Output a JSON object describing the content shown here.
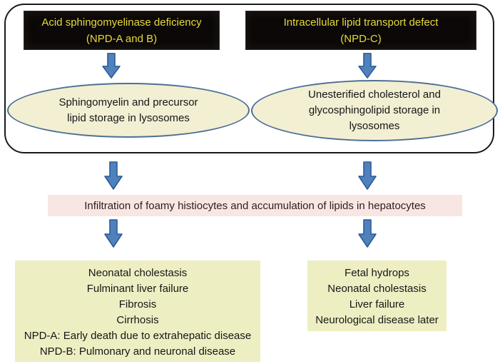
{
  "colors": {
    "page_bg": "#ffffff",
    "container_border": "#1a1a1a",
    "black_box_bg": "#0b0807",
    "black_box_border": "#2e2825",
    "yellow_text": "#e6da3c",
    "ellipse_bg": "#f2efd3",
    "ellipse_border": "#4e6f96",
    "arrow_fill": "#4f81bd",
    "arrow_stroke": "#2d5a96",
    "pink_bg": "#f8e6e2",
    "pink_text": "#2f1c26",
    "outcome_bg": "#edefc3",
    "text_dark": "#161616"
  },
  "causes": {
    "npd_ab": {
      "lines": [
        "Acid sphingomyelinase deficiency",
        "(NPD-A and B)"
      ]
    },
    "npd_c": {
      "lines": [
        "Intracellular lipid transport defect",
        "(NPD-C)"
      ]
    }
  },
  "storage": {
    "npd_ab": {
      "lines": [
        "Sphingomyelin and precursor",
        "lipid storage in lysosomes"
      ]
    },
    "npd_c": {
      "lines": [
        "Unesterified cholesterol and",
        "glycosphingolipid storage in",
        "lysosomes"
      ]
    }
  },
  "common_pathology": "Infiltration of foamy histiocytes and accumulation of lipids in hepatocytes",
  "outcomes": {
    "npd_ab": {
      "lines": [
        "Neonatal cholestasis",
        "Fulminant liver failure",
        "Fibrosis",
        "Cirrhosis",
        "NPD-A: Early death due to extrahepatic disease",
        "NPD-B: Pulmonary and neuronal disease"
      ]
    },
    "npd_c": {
      "lines": [
        "Fetal hydrops",
        "Neonatal cholestasis",
        "Liver failure",
        "Neurological disease later"
      ]
    }
  }
}
